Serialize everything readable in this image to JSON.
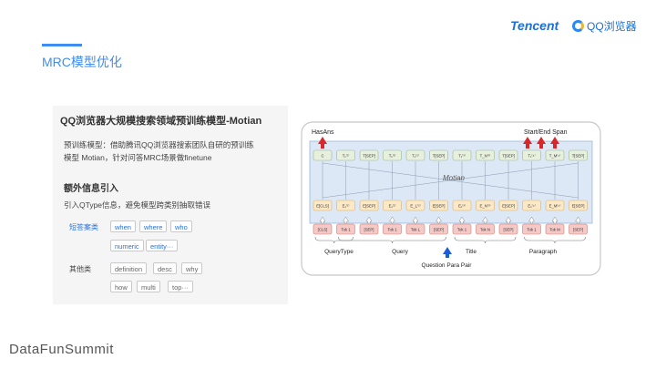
{
  "header": {
    "title": "MRC模型优化",
    "logo_brand": "Tencent",
    "logo_product": "QQ浏览器"
  },
  "panel": {
    "title": "QQ浏览器大规模搜索领域预训练模型-Motian",
    "desc_line1": "预训练模型：借助腾讯QQ浏览器搜索团队自研的预训练",
    "desc_line2": "模型 Motian，针对问答MRC场景做finetune",
    "section_heading": "额外信息引入",
    "section_desc": "引入QType信息，避免模型跨类别抽取错误",
    "short_answer_label": "短答案类",
    "short_answer_tags": [
      "when",
      "where",
      "who",
      "numeric",
      "entity···"
    ],
    "other_label": "其他类",
    "other_tags": [
      "definition",
      "desc",
      "why",
      "how",
      "multi",
      "top···"
    ]
  },
  "diagram": {
    "label_hasans": "HasAns",
    "label_span": "Start/End Span",
    "model_name": "Motian",
    "output_tokens": [
      "C",
      "T₁⁽¹⁾",
      "T[SEP]",
      "T₁⁽²⁾",
      "T₁⁽²⁾",
      "T[SEP]",
      "T₁⁽³⁾",
      "T_N⁽³⁾",
      "T[SEP]",
      "T₁⁽⁴⁾",
      "T_M⁽⁴⁾",
      "T[SEP]"
    ],
    "embed_tokens": [
      "E[CLS]",
      "E₁⁽¹⁾",
      "E[SEP]",
      "E₁⁽²⁾",
      "E_L⁽²⁾",
      "E[SEP]",
      "E₁⁽³⁾",
      "E_N⁽³⁾",
      "E[SEP]",
      "E₁⁽⁴⁾",
      "E_M⁽⁴⁾",
      "E[SEP]"
    ],
    "input_tokens": [
      "[CLS]",
      "Tok 1",
      "[SEP]",
      "Tok 1",
      "Tok L",
      "[SEP]",
      "Tok 1",
      "Tok N",
      "[SEP]",
      "Tok 1",
      "Tok M",
      "[SEP]"
    ],
    "group_labels": [
      "QueryType",
      "Query",
      "Title",
      "Paragraph"
    ],
    "pair_label": "Question Para Pair"
  },
  "footer": {
    "brand": "DataFunSummit"
  },
  "colors": {
    "accent": "#3d8ef0",
    "brand_blue": "#1d6fd6",
    "arrow_red": "#d9262b"
  }
}
